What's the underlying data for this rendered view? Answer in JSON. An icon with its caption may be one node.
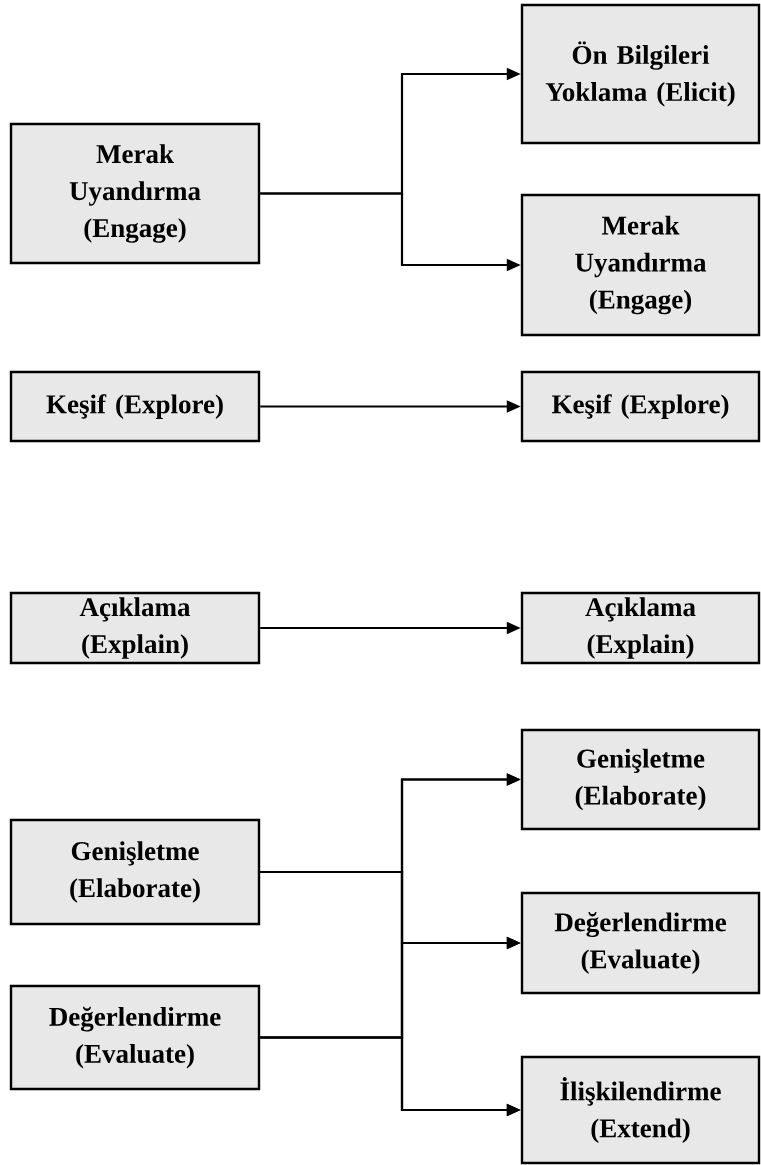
{
  "diagram": {
    "nodes": [
      {
        "text": [
          "Ön Bilgileri Yoklama (Elicit)"
        ]
      },
      {
        "text": [
          "Merak Uyandırma (Engage)"
        ]
      },
      {
        "text": [
          "Merak Uyandırma (Engage)"
        ]
      },
      {
        "text": [
          "Keşif (Explore)"
        ]
      },
      {
        "text": [
          "Keşif (Explore)"
        ]
      },
      {
        "text": [
          "Açıklama (Explain)"
        ]
      },
      {
        "text": [
          "Açıklama (Explain)"
        ]
      },
      {
        "text": [
          "Genişletme (Elaborate)"
        ]
      },
      {
        "text": [
          "Genişletme (Elaborate)"
        ]
      },
      {
        "text": [
          "Değerlendirme (Evaluate)"
        ]
      },
      {
        "text": [
          "Değerlendirme (Evaluate)"
        ]
      },
      {
        "text": [
          "İlişkilendirme (Extend)"
        ]
      }
    ],
    "edges": [
      {
        "from": 1,
        "to": 0,
        "arrow": "to"
      },
      {
        "from": 1,
        "to": 2,
        "arrow": "to"
      },
      {
        "from": 3,
        "to": 4,
        "arrow": "to"
      },
      {
        "from": 5,
        "to": 6,
        "arrow": "to"
      },
      {
        "from": 8,
        "to": 7,
        "arrow": "to"
      },
      {
        "from": 8,
        "to": 9,
        "arrow": "to"
      },
      {
        "from": 8,
        "to": 11,
        "arrow": "to"
      },
      {
        "from": 10,
        "to": 7,
        "arrow": "to"
      },
      {
        "from": 10,
        "to": 9,
        "arrow": "to"
      },
      {
        "from": 10,
        "to": 11,
        "arrow": "to"
      }
    ]
  }
}
